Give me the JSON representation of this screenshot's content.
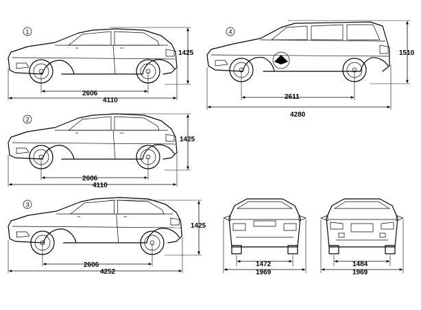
{
  "variants": [
    {
      "label": "1",
      "wheelbase": "2606",
      "length": "4110",
      "height": "1425"
    },
    {
      "label": "2",
      "wheelbase": "2606",
      "length": "4110",
      "height": "1425"
    },
    {
      "label": "3",
      "wheelbase": "2606",
      "length": "4252",
      "height": "1425"
    },
    {
      "label": "4",
      "wheelbase": "2611",
      "length": "4280",
      "height": "1510"
    }
  ],
  "rear_view": {
    "track": "1472",
    "width": "1969"
  },
  "front_view": {
    "track": "1484",
    "width": "1969"
  }
}
